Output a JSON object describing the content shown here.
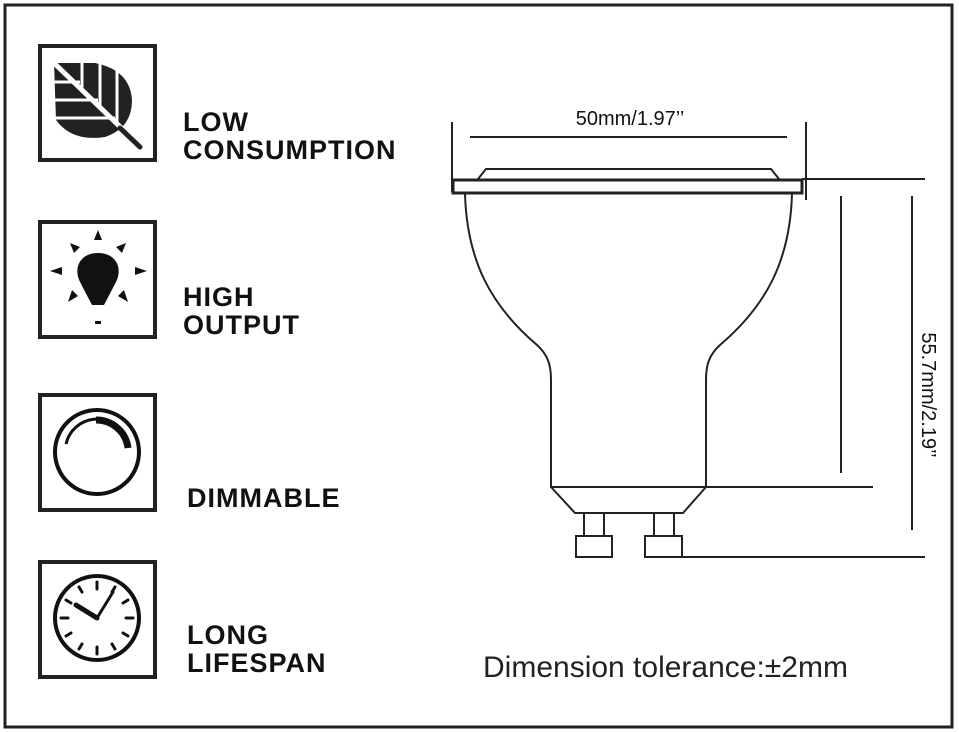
{
  "features": [
    {
      "icon": "leaf-icon",
      "lines": [
        "LOW",
        "CONSUMPTION"
      ]
    },
    {
      "icon": "lightbulb-icon",
      "lines": [
        "HIGH",
        "OUTPUT"
      ]
    },
    {
      "icon": "dimmer-icon",
      "lines": [
        "DIMMABLE"
      ]
    },
    {
      "icon": "clock-icon",
      "lines": [
        "LONG",
        "LIFESPAN"
      ]
    }
  ],
  "drawing": {
    "width_label": "50mm/1.97’’",
    "height_label": "55.7mm/2.19’’",
    "tolerance": "Dimension tolerance:±2mm"
  }
}
